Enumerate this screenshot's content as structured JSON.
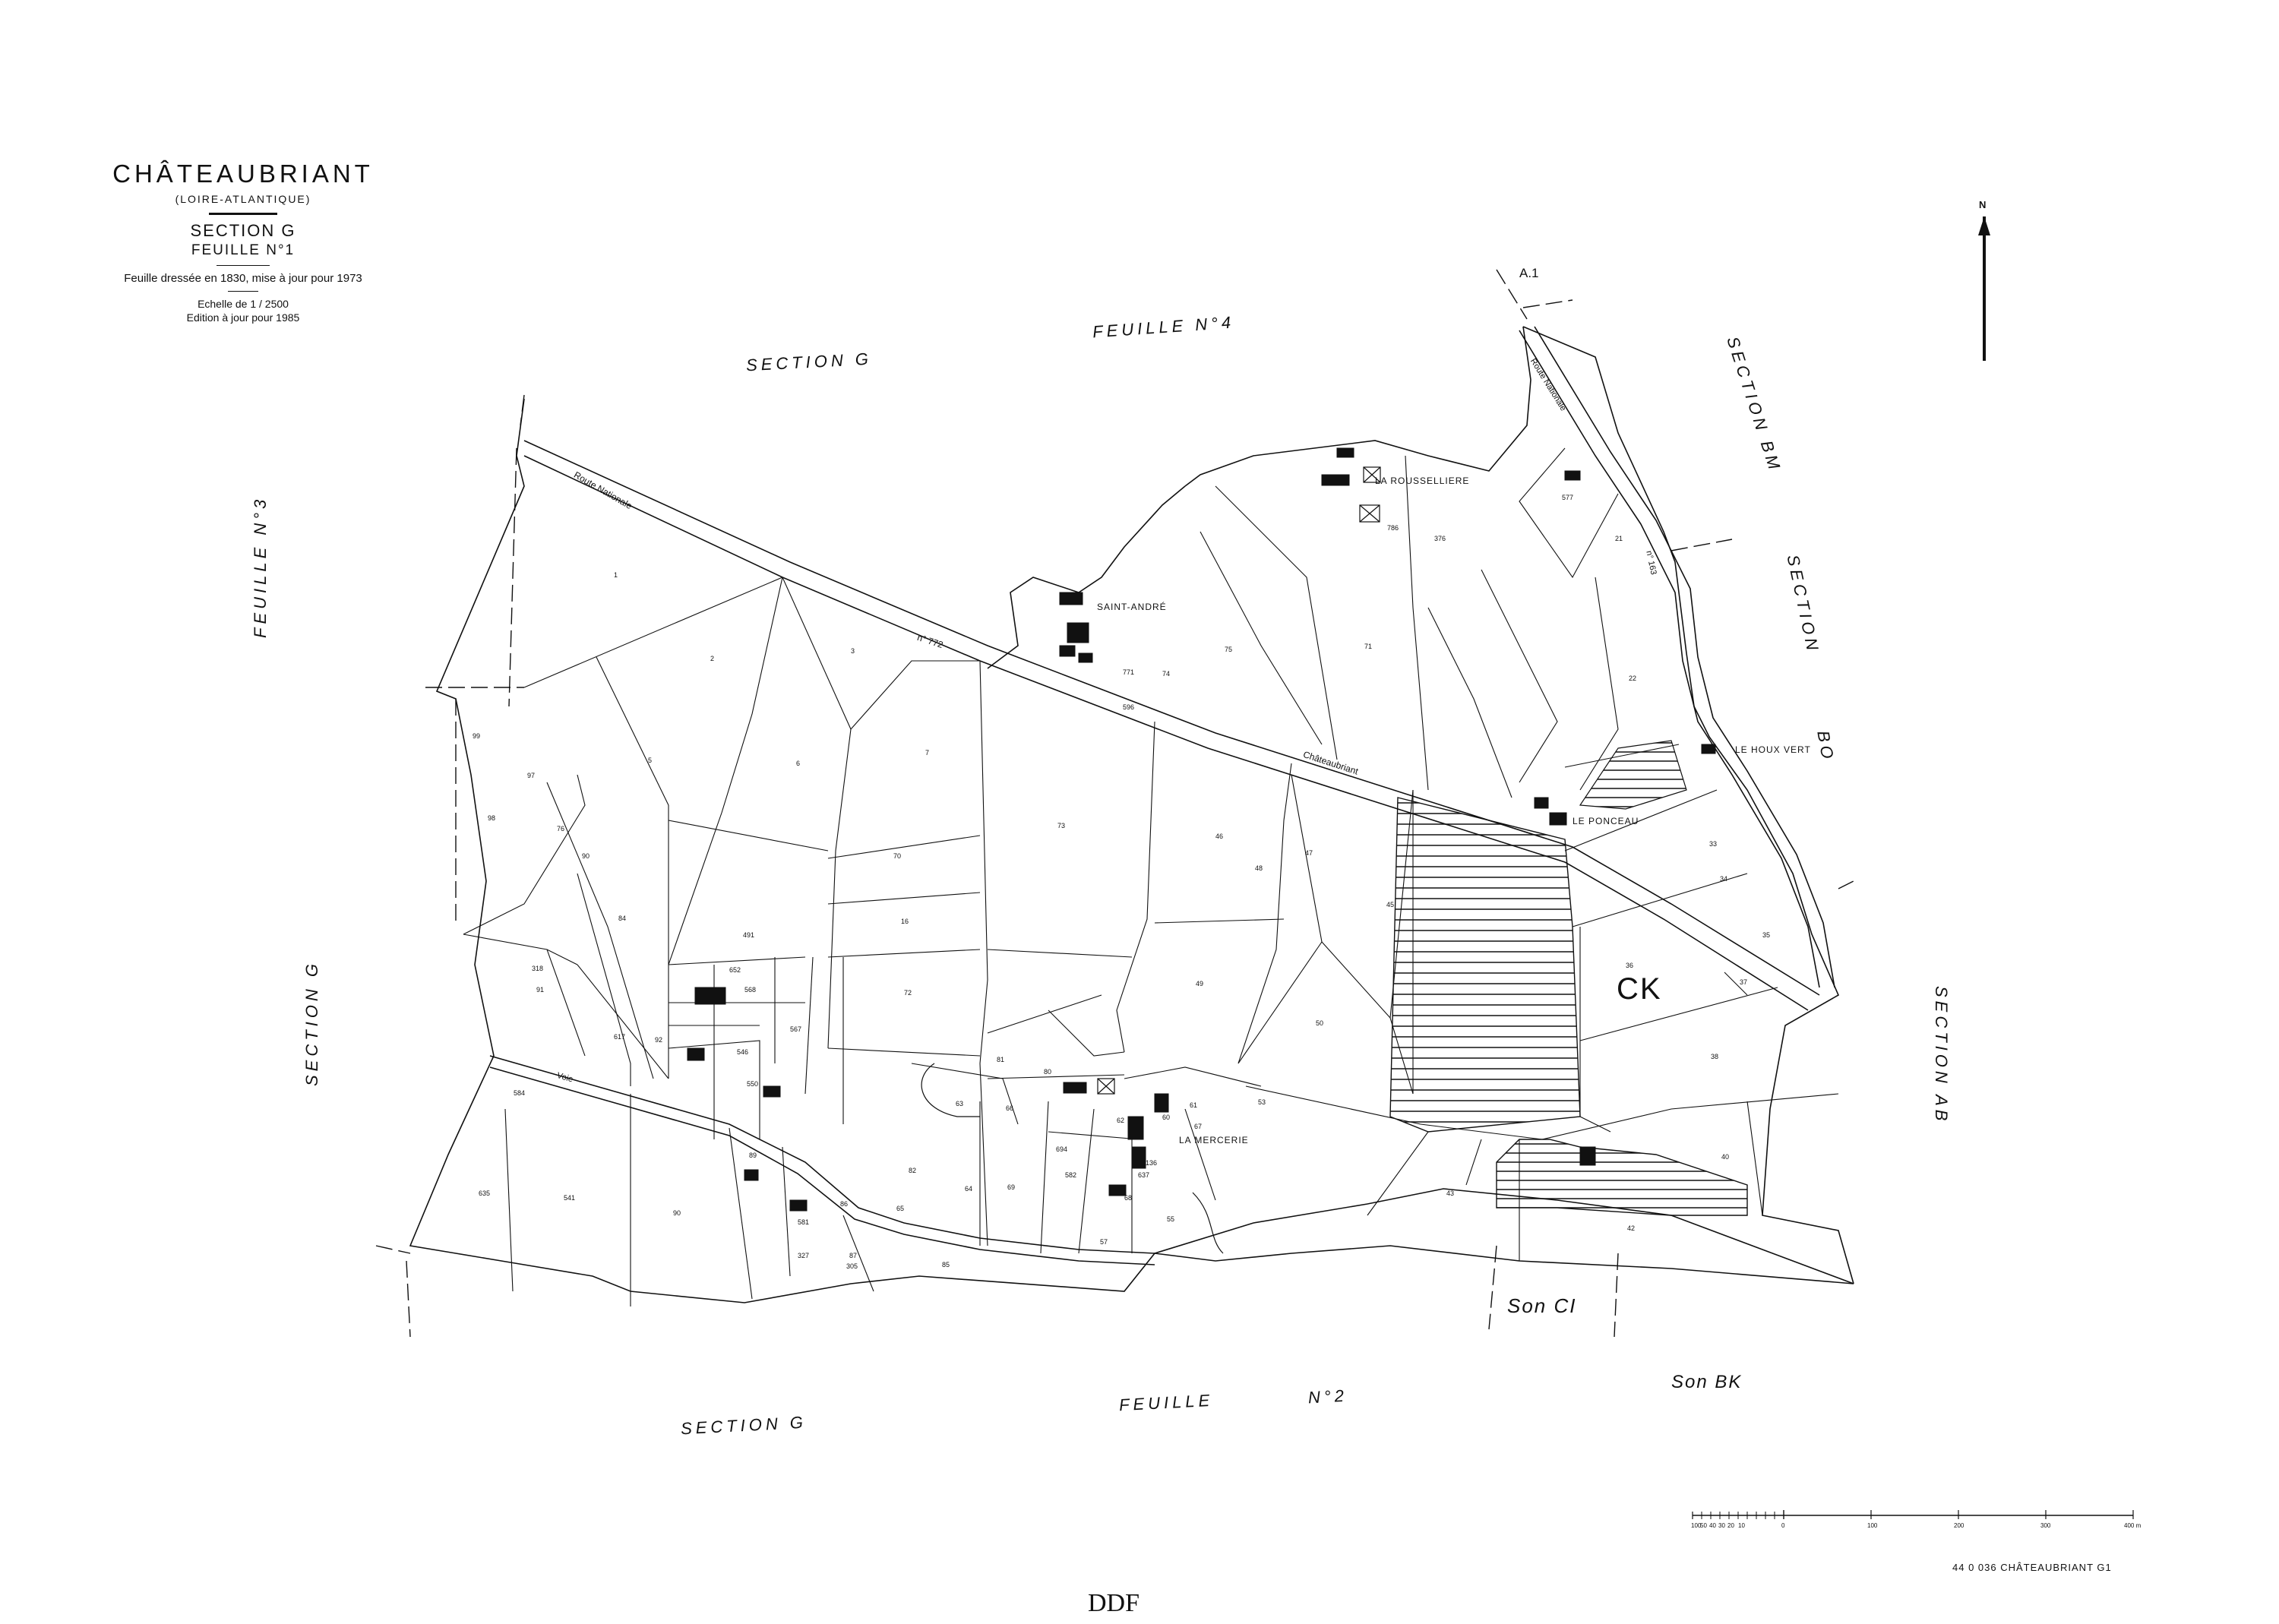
{
  "cartouche": {
    "commune": "CHÂTEAUBRIANT",
    "department": "(LOIRE-ATLANTIQUE)",
    "section": "SECTION G",
    "sheet": "FEUILLE N°1",
    "history": "Feuille dressée en 1830, mise à jour pour 1973",
    "scale": "Echelle de 1 / 2500",
    "edition": "Edition à jour pour 1985"
  },
  "north_arrow": {
    "label": "N"
  },
  "neighbors": {
    "top_section": "SECTION G",
    "top_sheet": "FEUILLE N°4",
    "left_sheet": "FEUILLE N°3",
    "left_section": "SECTION G",
    "bottom_section": "SECTION G",
    "bottom_sheet_word": "FEUILLE",
    "bottom_sheet_num": "N°2",
    "right_bm": "SECTION BM",
    "right_bo_word": "SECTION",
    "right_bo_code": "BO",
    "right_ab": "SECTION AB",
    "bottom_ci": "Son CI",
    "bottom_bk": "Son BK",
    "top_a1": "A.1"
  },
  "ck_label": "CK",
  "places": {
    "la_rousselliere": "LA ROUSSELLIERE",
    "saint_andre": "SAINT-ANDRÉ",
    "le_houx_vert": "LE HOUX VERT",
    "le_ponceau": "LE PONCEAU",
    "la_mercerie": "LA MERCERIE"
  },
  "roads": {
    "route_nationale": "Route Nationale",
    "n772": "n° 772",
    "chateaubriant": "Châteaubriant",
    "route_nat_east": "Route Nationale",
    "n163": "n° 163",
    "voie": "Voie"
  },
  "parcels": [
    {
      "n": "1"
    },
    {
      "n": "2"
    },
    {
      "n": "3"
    },
    {
      "n": "5"
    },
    {
      "n": "6"
    },
    {
      "n": "7"
    },
    {
      "n": "99"
    },
    {
      "n": "97"
    },
    {
      "n": "98"
    },
    {
      "n": "76"
    },
    {
      "n": "90"
    },
    {
      "n": "84"
    },
    {
      "n": "91"
    },
    {
      "n": "318"
    },
    {
      "n": "617"
    },
    {
      "n": "92"
    },
    {
      "n": "546"
    },
    {
      "n": "567"
    },
    {
      "n": "550"
    },
    {
      "n": "491"
    },
    {
      "n": "652"
    },
    {
      "n": "568"
    },
    {
      "n": "70"
    },
    {
      "n": "16"
    },
    {
      "n": "72"
    },
    {
      "n": "73"
    },
    {
      "n": "46"
    },
    {
      "n": "47"
    },
    {
      "n": "48"
    },
    {
      "n": "49"
    },
    {
      "n": "50"
    },
    {
      "n": "45"
    },
    {
      "n": "71"
    },
    {
      "n": "75"
    },
    {
      "n": "74"
    },
    {
      "n": "22"
    },
    {
      "n": "21"
    },
    {
      "n": "376"
    },
    {
      "n": "577"
    },
    {
      "n": "786"
    },
    {
      "n": "33"
    },
    {
      "n": "34"
    },
    {
      "n": "35"
    },
    {
      "n": "36"
    },
    {
      "n": "37"
    },
    {
      "n": "38"
    },
    {
      "n": "40"
    },
    {
      "n": "42"
    },
    {
      "n": "43"
    },
    {
      "n": "53"
    },
    {
      "n": "55"
    },
    {
      "n": "57"
    },
    {
      "n": "60"
    },
    {
      "n": "61"
    },
    {
      "n": "62"
    },
    {
      "n": "63"
    },
    {
      "n": "64"
    },
    {
      "n": "65"
    },
    {
      "n": "66"
    },
    {
      "n": "67"
    },
    {
      "n": "68"
    },
    {
      "n": "69"
    },
    {
      "n": "80"
    },
    {
      "n": "81"
    },
    {
      "n": "82"
    },
    {
      "n": "85"
    },
    {
      "n": "86"
    },
    {
      "n": "87"
    },
    {
      "n": "89"
    },
    {
      "n": "90"
    },
    {
      "n": "541"
    },
    {
      "n": "635"
    },
    {
      "n": "584"
    },
    {
      "n": "305"
    },
    {
      "n": "327"
    },
    {
      "n": "581"
    },
    {
      "n": "582"
    },
    {
      "n": "694"
    },
    {
      "n": "136"
    },
    {
      "n": "637"
    },
    {
      "n": "771"
    },
    {
      "n": "596"
    }
  ],
  "scale_bar": {
    "ticks": [
      "100",
      "50",
      "40",
      "30",
      "20",
      "10",
      "0",
      "100",
      "200",
      "300",
      "400 m"
    ]
  },
  "sheet_ref": "44 0 036  CHÂTEAUBRIANT    G1",
  "footer": "DDF",
  "colors": {
    "ink": "#111111",
    "paper": "#ffffff"
  }
}
